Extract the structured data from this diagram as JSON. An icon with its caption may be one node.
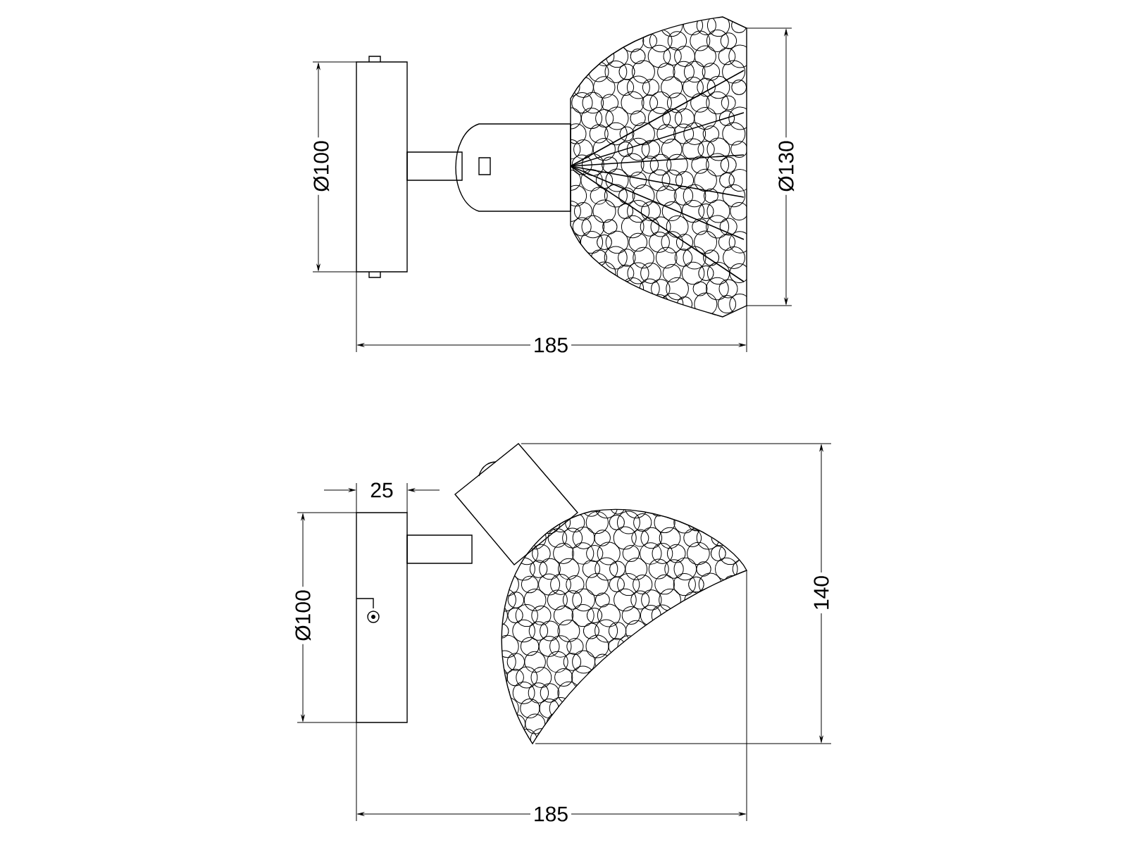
{
  "diagram": {
    "labels": [
      "Ø100",
      "Ø130",
      "185",
      "25",
      "Ø100",
      "140",
      "185"
    ]
  }
}
